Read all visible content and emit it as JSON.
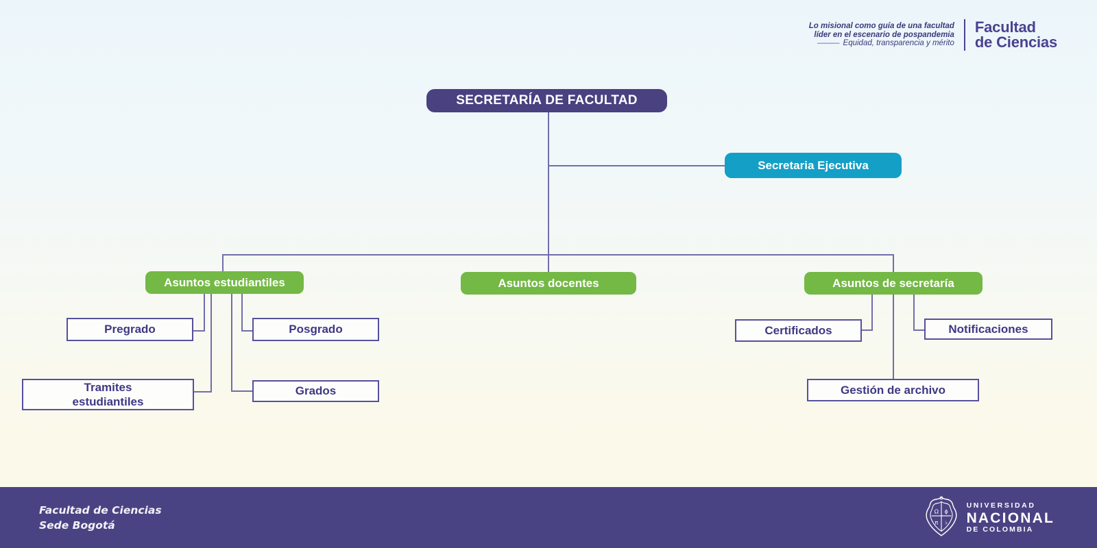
{
  "header": {
    "tagline": {
      "line1": "Lo misional como guía de una facultad",
      "line2": "líder en el escenario de pospandemia",
      "dash": "———",
      "line3": "Equidad, transparencia y mérito"
    },
    "faculty_logo": {
      "line1": "Facultad",
      "line2": "de Ciencias"
    }
  },
  "org_chart": {
    "type": "org-chart",
    "root": {
      "label": "SECRETARÍA DE FACULTAD",
      "color": "#494180"
    },
    "assistant": {
      "label": "Secretaria Ejecutiva",
      "color": "#149fc6"
    },
    "branches": [
      {
        "label": "Asuntos estudiantiles",
        "color": "#74b845",
        "children": [
          {
            "label": "Pregrado"
          },
          {
            "label": "Posgrado"
          },
          {
            "label": "Tramites estudiantiles"
          },
          {
            "label": "Grados"
          }
        ]
      },
      {
        "label": "Asuntos docentes",
        "color": "#74b845",
        "children": []
      },
      {
        "label": "Asuntos de secretaría",
        "color": "#74b845",
        "children": [
          {
            "label": "Certificados"
          },
          {
            "label": "Notificaciones"
          },
          {
            "label": "Gestión de archivo"
          }
        ]
      }
    ]
  },
  "footer": {
    "faculty": "Facultad de Ciencias",
    "campus": "Sede Bogotá",
    "university": {
      "line1": "UNIVERSIDAD",
      "line2": "NACIONAL",
      "line3": "DE COLOMBIA"
    }
  },
  "colors": {
    "connector": "#716daa",
    "outline_border": "#55509c",
    "outline_text": "#3f3883",
    "footer_bg": "#4a4383",
    "header_text": "#3b3a7c",
    "logo_purple": "#4a4191"
  }
}
